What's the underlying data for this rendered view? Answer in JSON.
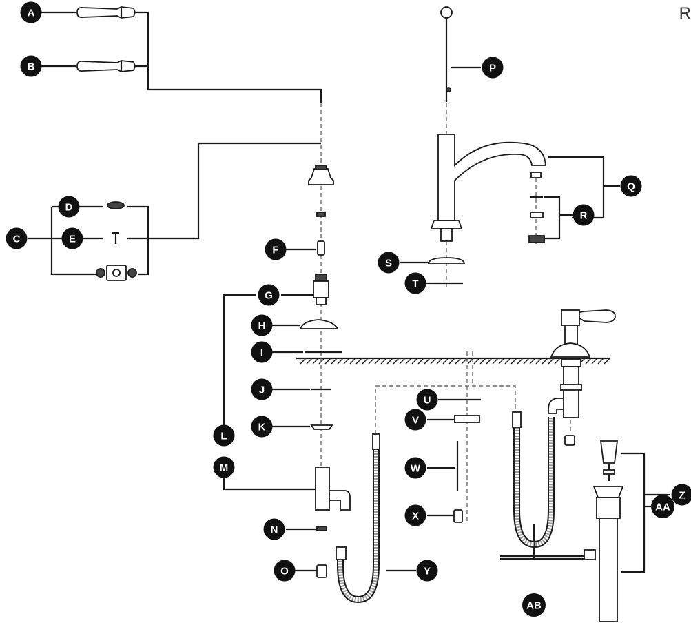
{
  "corner_text": "R",
  "callouts": [
    "A",
    "B",
    "C",
    "D",
    "E",
    "F",
    "G",
    "H",
    "I",
    "J",
    "K",
    "L",
    "M",
    "N",
    "O",
    "P",
    "Q",
    "R",
    "S",
    "T",
    "U",
    "V",
    "W",
    "X",
    "Y",
    "Z",
    "AA",
    "AB"
  ]
}
